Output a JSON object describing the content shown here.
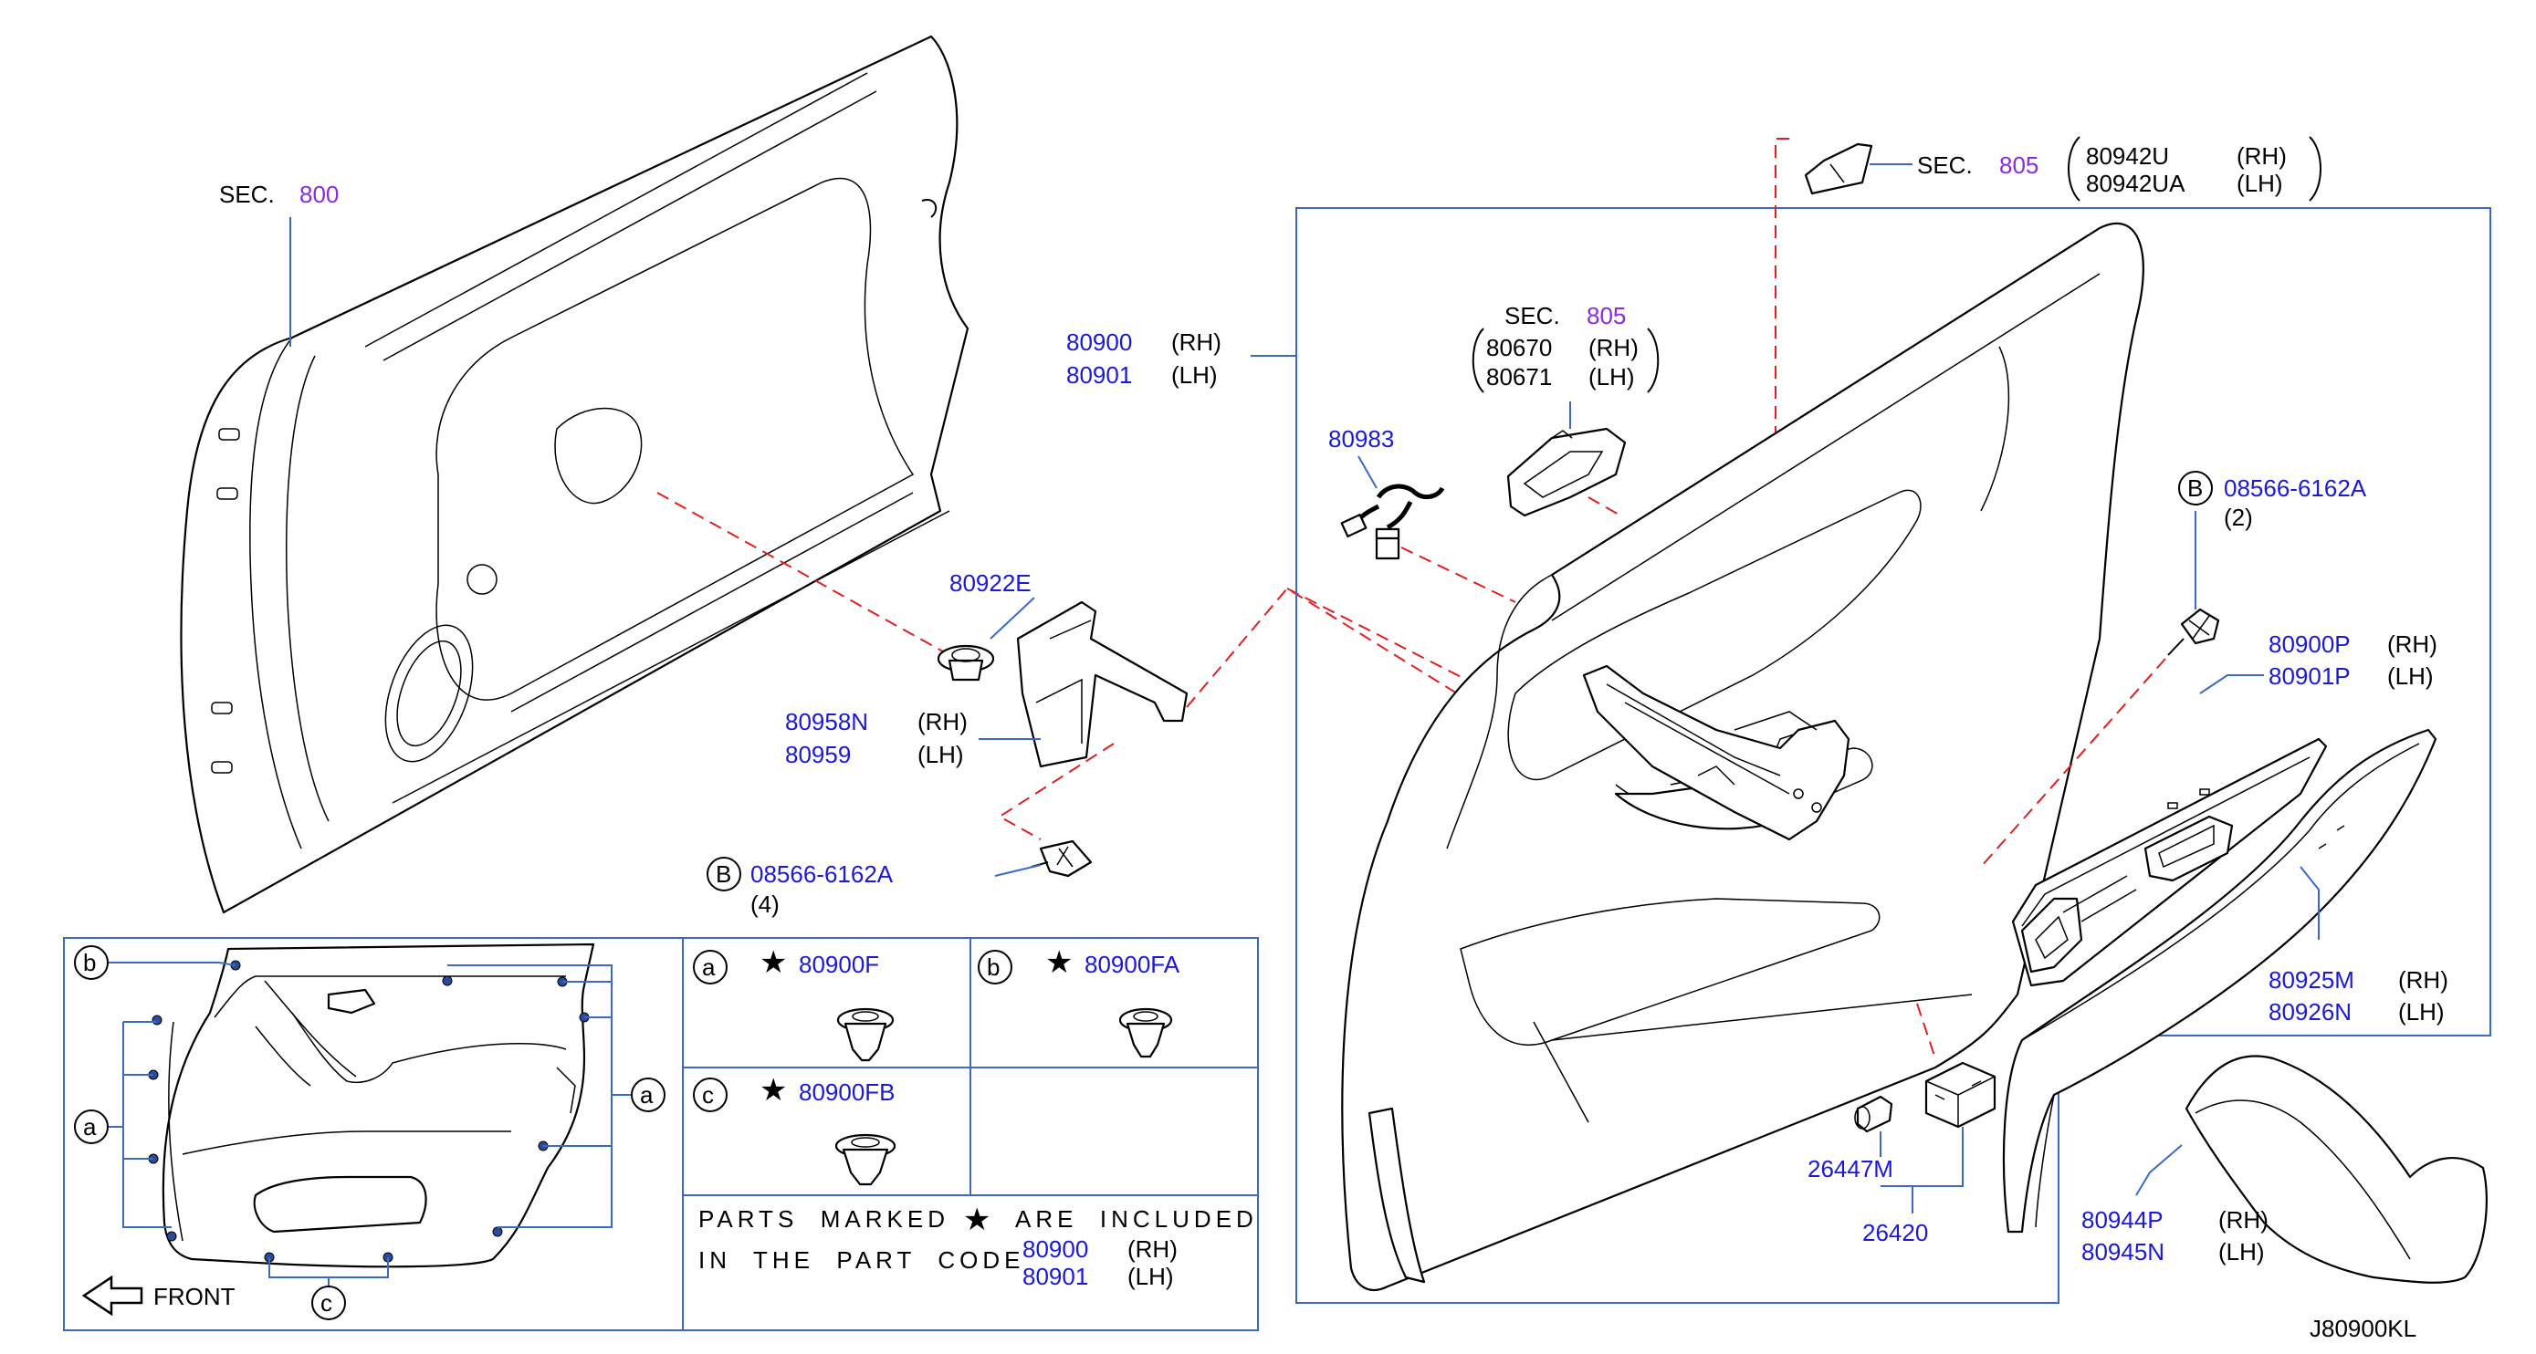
{
  "diagram_code": "J80900KL",
  "sections": {
    "sec800": {
      "prefix": "SEC.",
      "num": "800"
    },
    "sec805_top": {
      "prefix": "SEC.",
      "num": "805",
      "parts": [
        {
          "code": "80942U",
          "side": "(RH)"
        },
        {
          "code": "80942UA",
          "side": "(LH)"
        }
      ]
    },
    "sec805_handle": {
      "prefix": "SEC.",
      "num": "805",
      "parts": [
        {
          "code": "80670",
          "side": "(RH)"
        },
        {
          "code": "80671",
          "side": "(LH)"
        }
      ]
    }
  },
  "parts": {
    "trim_assy": [
      {
        "code": "80900",
        "side": "(RH)"
      },
      {
        "code": "80901",
        "side": "(LH)"
      }
    ],
    "p80983": "80983",
    "p80922E": "80922E",
    "bracket": [
      {
        "code": "80958N",
        "side": "(RH)"
      },
      {
        "code": "80959",
        "side": "(LH)"
      }
    ],
    "screw_left": {
      "mark": "B",
      "code": "08566-6162A",
      "qty": "(4)"
    },
    "screw_right": {
      "mark": "B",
      "code": "08566-6162A",
      "qty": "(2)"
    },
    "switch_finisher": [
      {
        "code": "80900P",
        "side": "(RH)"
      },
      {
        "code": "80901P",
        "side": "(LH)"
      }
    ],
    "armrest_finisher": [
      {
        "code": "80925M",
        "side": "(RH)"
      },
      {
        "code": "80926N",
        "side": "(LH)"
      }
    ],
    "lower_finisher": [
      {
        "code": "80944P",
        "side": "(RH)"
      },
      {
        "code": "80945N",
        "side": "(LH)"
      }
    ],
    "p26447M": "26447M",
    "p26420": "26420"
  },
  "inset": {
    "front_label": "FRONT",
    "markers": {
      "a": "a",
      "b": "b",
      "c": "c"
    }
  },
  "clips": {
    "a": {
      "mark": "a",
      "star": "★",
      "code": "80900F"
    },
    "b": {
      "mark": "b",
      "star": "★",
      "code": "80900FA"
    },
    "c": {
      "mark": "c",
      "star": "★",
      "code": "80900FB"
    }
  },
  "note": {
    "line1": "PARTS  MARKED",
    "star": "★",
    "line1b": "ARE  INCLUDED",
    "line2": "IN  THE  PART  CODE",
    "codes": [
      {
        "code": "80900",
        "side": "(RH)"
      },
      {
        "code": "80901",
        "side": "(LH)"
      }
    ]
  }
}
